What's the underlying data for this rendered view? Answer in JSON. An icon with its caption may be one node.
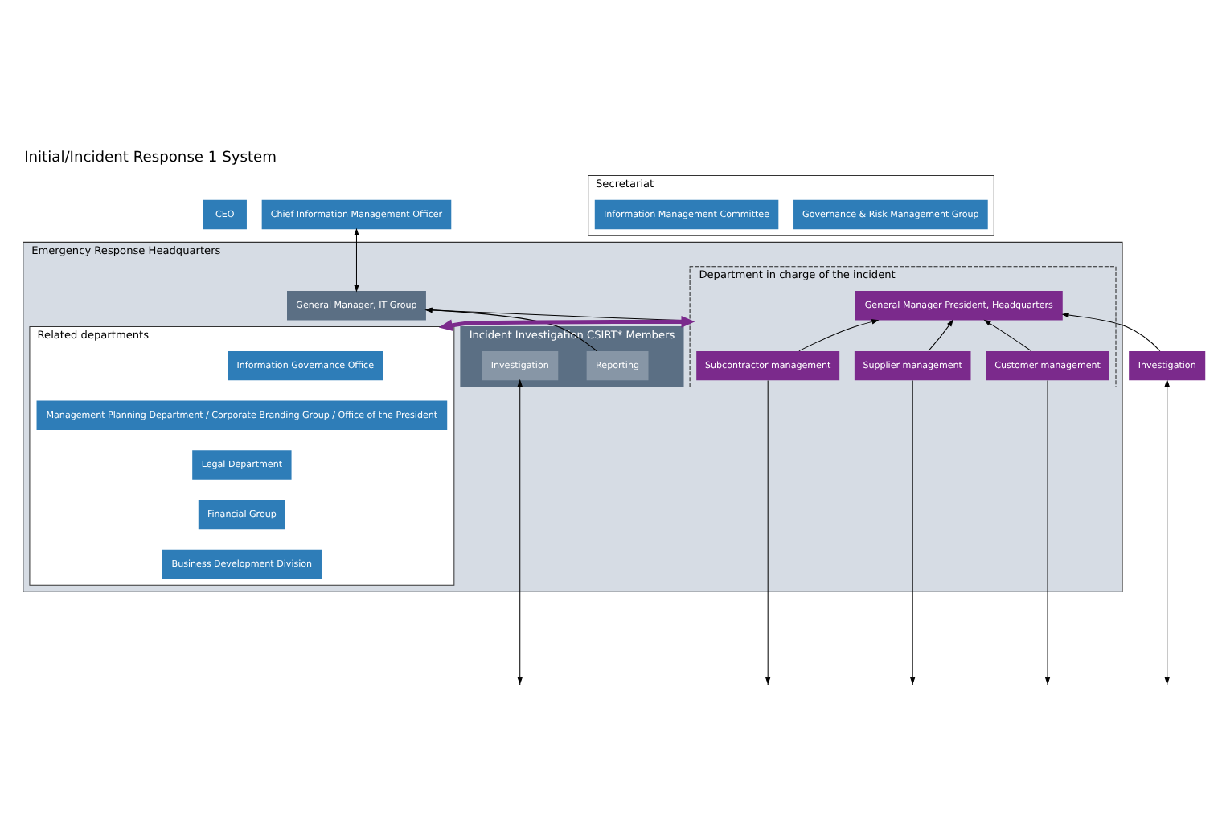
{
  "diagram": {
    "title": "Initial/Incident Response 1 System",
    "nodes": [
      {
        "text": [
          "CEO"
        ]
      },
      {
        "text": [
          "Chief Information Management Officer"
        ]
      },
      {
        "text": [
          "Emergency Response Headquarters"
        ]
      },
      {
        "text": [
          "General Manager, IT Group"
        ],
        "in": 2
      },
      {
        "text": [
          "Incident Investigation CSIRT* Members"
        ],
        "in": 2
      },
      {
        "text": [
          "Reporting"
        ],
        "in": 4
      },
      {
        "text": [
          "Investigation"
        ],
        "in": 4
      },
      {
        "text": [
          "Department in charge of the incident"
        ],
        "in": 2
      },
      {
        "text": [
          "General Manager President, Headquarters"
        ],
        "in": 7
      },
      {
        "text": [
          "Investigation"
        ]
      },
      {
        "text": [
          "Subcontractor management"
        ],
        "in": 7
      },
      {
        "text": [
          "Supplier management"
        ],
        "in": 7
      },
      {
        "text": [
          "Customer management"
        ],
        "in": 7
      },
      {
        "text": [
          "Secretariat"
        ]
      },
      {
        "text": [
          "Governance & Risk Management Group"
        ],
        "in": 13
      },
      {
        "text": [
          "Information Management Committee"
        ],
        "in": 13
      },
      {
        "text": [
          "Related departments"
        ],
        "in": 2
      },
      {
        "text": [
          "Information Governance Office"
        ],
        "in": 16
      },
      {
        "text": [
          "Management Planning Department / Corporate Branding Group / Office of the President"
        ],
        "in": 16
      },
      {
        "text": [
          "Legal Department"
        ],
        "in": 16
      },
      {
        "text": [
          "Financial Group"
        ],
        "in": 16
      },
      {
        "text": [
          "Business Development Division"
        ],
        "in": 16
      }
    ],
    "edges": [
      {
        "from": 1,
        "to": 3,
        "arrow": "both"
      },
      {
        "from": 5,
        "to": 3,
        "arrow": "to"
      },
      {
        "from": 7,
        "to": 3,
        "arrow": "to"
      },
      {
        "from": 9,
        "to": 8,
        "arrow": "to"
      },
      {
        "from": 10,
        "to": 8,
        "arrow": "to"
      },
      {
        "from": 11,
        "to": 8,
        "arrow": "to"
      },
      {
        "from": 12,
        "to": 8,
        "arrow": "to"
      },
      {
        "from": 7,
        "to": 16,
        "arrow": "both",
        "style": "thick",
        "color": "#7b2a8c"
      },
      {
        "from": 6,
        "to": null,
        "arrow": "both"
      },
      {
        "from": 9,
        "to": null,
        "arrow": "both"
      },
      {
        "from": 10,
        "to": null,
        "arrow": "to"
      },
      {
        "from": 11,
        "to": null,
        "arrow": "to"
      },
      {
        "from": 12,
        "to": null,
        "arrow": "to"
      }
    ]
  }
}
